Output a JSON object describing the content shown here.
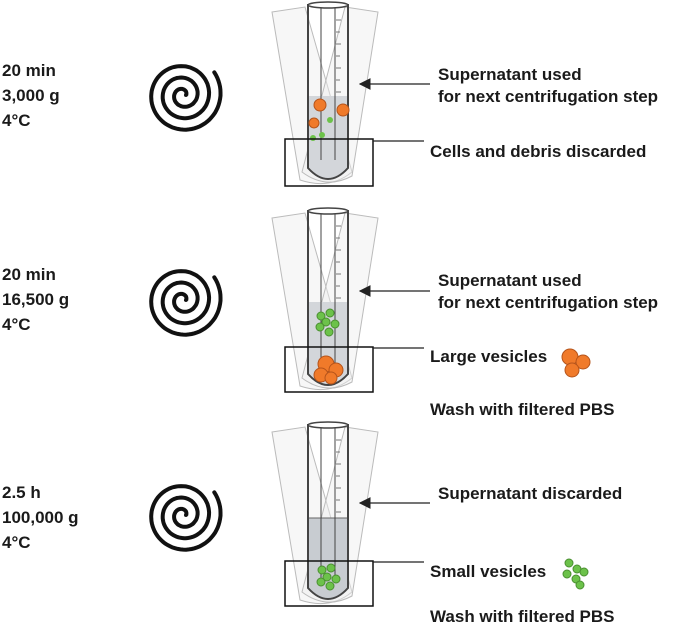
{
  "steps": [
    {
      "duration": "20 min",
      "force": "3,000 g",
      "temperature": "4°C",
      "supernatant_line1": "Supernatant used",
      "supernatant_line2": "for next centrifugation step",
      "pellet": "Cells and debris discarded",
      "wash": ""
    },
    {
      "duration": "20 min",
      "force": "16,500 g",
      "temperature": "4°C",
      "supernatant_line1": "Supernatant used",
      "supernatant_line2": "for next centrifugation step",
      "pellet": "Large vesicles",
      "wash": "Wash with filtered PBS"
    },
    {
      "duration": "2.5 h",
      "force": "100,000 g",
      "temperature": "4°C",
      "supernatant_line1": "Supernatant discarded",
      "supernatant_line2": "",
      "pellet": "Small vesicles",
      "wash": "Wash with filtered PBS"
    }
  ],
  "colors": {
    "large_vesicle": "#f07a2a",
    "small_vesicle": "#6cc24a",
    "liquid": "#cfd3d8",
    "tube_outline": "#444444",
    "spiral": "#111111"
  }
}
